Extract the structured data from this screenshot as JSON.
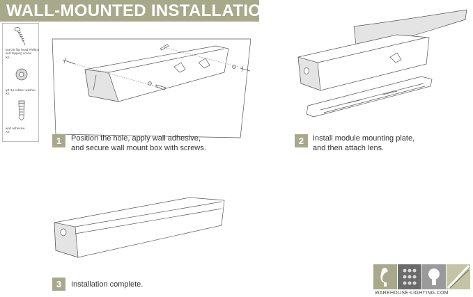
{
  "header": {
    "title": "WALL-MOUNTED INSTALLATION"
  },
  "parts": [
    {
      "icon": "screw-icon",
      "label": "M4*25 flat head Phillips self-tapping screw",
      "qty": "X4"
    },
    {
      "icon": "washer-icon",
      "label": "φ4*12 rubber washer",
      "qty": "X4"
    },
    {
      "icon": "wall-anchor-icon",
      "label": "wall adhesive",
      "qty": "X4"
    }
  ],
  "steps": [
    {
      "number": "1",
      "line1": "Position the hole, apply wall adhesive,",
      "line2": "and secure wall mount box with screws."
    },
    {
      "number": "2",
      "line1": "Install module mounting plate,",
      "line2": "and then attach lens."
    },
    {
      "number": "3",
      "line1": "Installation complete.",
      "line2": ""
    }
  ],
  "brand": {
    "text": "WAREHOUSE-LIGHTING.COM",
    "accent": "#a8a98a"
  }
}
